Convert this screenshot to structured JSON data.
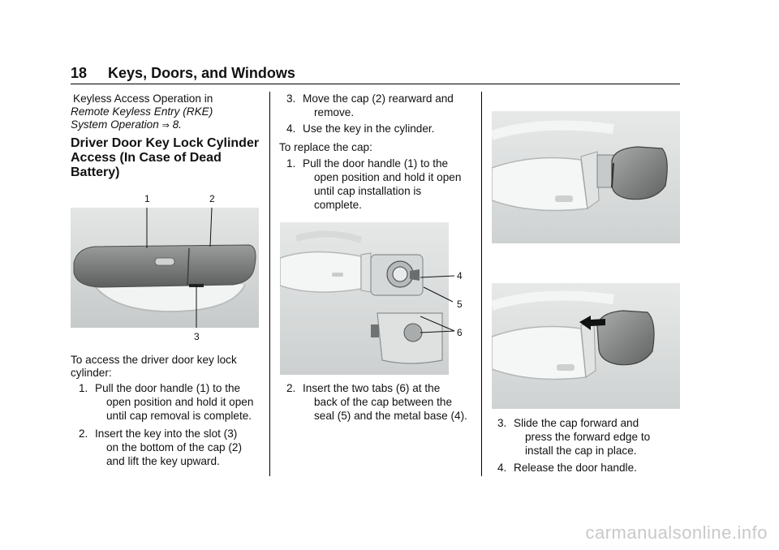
{
  "header": {
    "page_number": "18",
    "title": "Keys, Doors, and Windows"
  },
  "col1": {
    "intro_line1": "Keyless Access Operation  in",
    "intro_line2": "Remote Keyless Entry (RKE)",
    "intro_line3_text": "System Operation",
    "intro_line3_icon": "⇒",
    "intro_line3_page": "8.",
    "heading_line1": "Driver Door Key Lock Cylinder",
    "heading_line2": "Access (In Case of Dead",
    "heading_line3": "Battery)",
    "figure_callouts": [
      "1",
      "2",
      "3"
    ],
    "access_line1": "To access the driver door key lock",
    "access_line2": "cylinder:",
    "steps": [
      {
        "num": "1.",
        "lines": [
          "Pull the door handle (1) to the",
          "open position and hold it open",
          "until cap removal is complete."
        ]
      },
      {
        "num": "2.",
        "lines": [
          "Insert the key into the slot (3)",
          "on the bottom of the cap (2)",
          "and lift the key upward."
        ]
      }
    ]
  },
  "col2": {
    "steps_a": [
      {
        "num": "3.",
        "lines": [
          "Move the cap (2) rearward and",
          "remove."
        ]
      },
      {
        "num": "4.",
        "lines": [
          "Use the key in the cylinder."
        ]
      }
    ],
    "replace_label": "To replace the cap:",
    "steps_b": [
      {
        "num": "1.",
        "lines": [
          "Pull the door handle (1) to the",
          "open position and hold it open",
          "until cap installation is",
          "complete."
        ]
      }
    ],
    "figure_callouts": [
      "4",
      "5",
      "6"
    ],
    "steps_c": [
      {
        "num": "2.",
        "lines": [
          "Insert the two tabs (6) at the",
          "back of the cap between the",
          "seal (5) and the metal base (4)."
        ]
      }
    ]
  },
  "col3": {
    "steps": [
      {
        "num": "3.",
        "lines": [
          "Slide the cap forward and",
          "press the forward edge to",
          "install the cap in place."
        ]
      },
      {
        "num": "4.",
        "lines": [
          "Release the door handle."
        ]
      }
    ]
  },
  "watermark": "carmanualsonline.info"
}
